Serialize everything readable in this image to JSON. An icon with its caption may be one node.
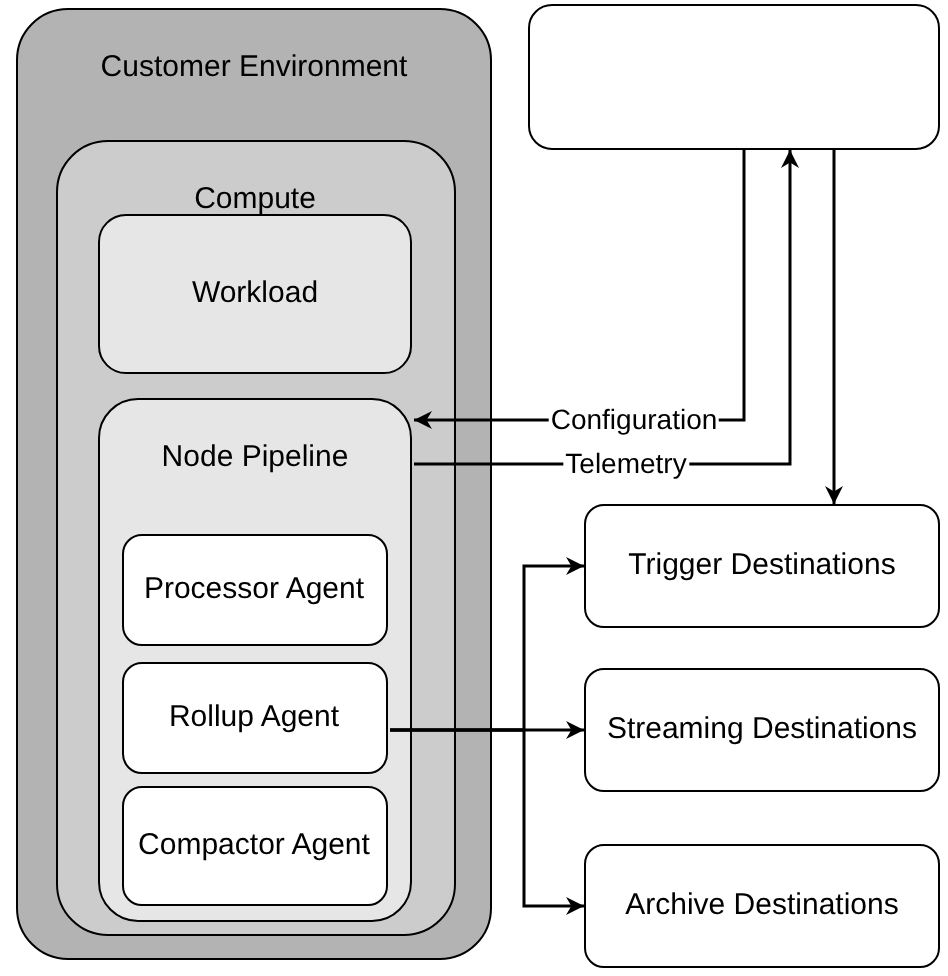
{
  "diagram": {
    "nodes": [
      {
        "text": [
          "Customer Environment"
        ]
      },
      {
        "text": [
          "Compute"
        ],
        "in": 0
      },
      {
        "text": [
          "Workload"
        ],
        "in": 1
      },
      {
        "text": [
          "Node Pipeline"
        ],
        "in": 1
      },
      {
        "text": [
          "Processor Agent"
        ],
        "in": 3
      },
      {
        "text": [
          "Rollup Agent"
        ],
        "in": 3
      },
      {
        "text": [
          "Compactor Agent"
        ],
        "in": 3
      },
      {
        "text": [],
        "shape": "box"
      },
      {
        "text": [
          "Trigger Destinations"
        ]
      },
      {
        "text": [
          "Streaming Destinations"
        ]
      },
      {
        "text": [
          "Archive Destinations"
        ]
      }
    ],
    "edges": [
      {
        "from": 7,
        "to": 3,
        "arrow": "to",
        "label": "Configuration"
      },
      {
        "from": 3,
        "to": 7,
        "arrow": "to",
        "label": "Telemetry"
      },
      {
        "from": 7,
        "to": 8,
        "arrow": "to"
      },
      {
        "from": 5,
        "to": 8,
        "arrow": "to"
      },
      {
        "from": 5,
        "to": 9,
        "arrow": "to"
      },
      {
        "from": 5,
        "to": 10,
        "arrow": "to"
      }
    ]
  }
}
